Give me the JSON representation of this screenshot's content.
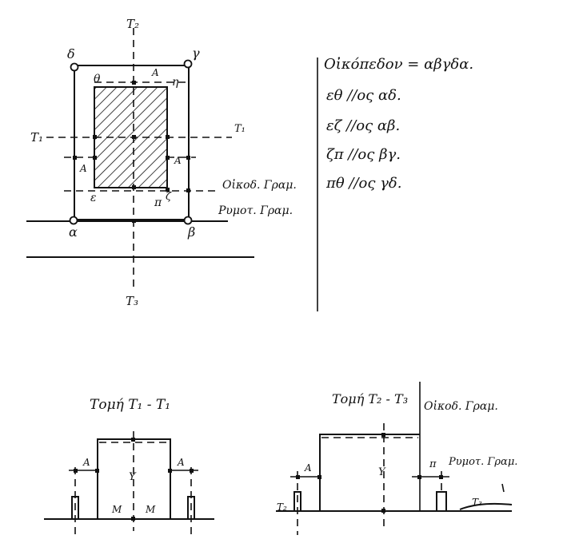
{
  "plan": {
    "axis_labels": {
      "t2_top": "T₂",
      "t3_bottom": "T₃",
      "t1_left": "T₁",
      "t1_right": "T₁"
    },
    "corners": {
      "delta": "δ",
      "gamma": "γ",
      "alpha": "α",
      "beta": "β"
    },
    "inner_corners": {
      "theta": "θ",
      "eta": "η",
      "epsilon": "ε",
      "pi": "π",
      "zeta": "ζ"
    },
    "dist_A": "A",
    "building_line": "Οἰκοδ. Γραμ.",
    "street_line": "Ρυμοτ. Γραμ."
  },
  "notes": [
    "Οἰκόπεδον = αβγδα.",
    "εθ //ος αδ.",
    "εζ //ος αβ.",
    "ζπ //ος βγ.",
    "πθ //ος γδ."
  ],
  "section1": {
    "title": "Τομή T₁ - T₁",
    "dist_A": "A",
    "height_Y": "Y",
    "mid_M": "M"
  },
  "section2": {
    "title": "Τομή T₂ - T₃",
    "building_line": "Οἰκοδ. Γραμ.",
    "street_line": "Ρυμοτ. Γραμ.",
    "dist_A": "A",
    "height_Y": "Y",
    "dist_pi": "π",
    "t2": "T₂",
    "t3": "T₃"
  }
}
